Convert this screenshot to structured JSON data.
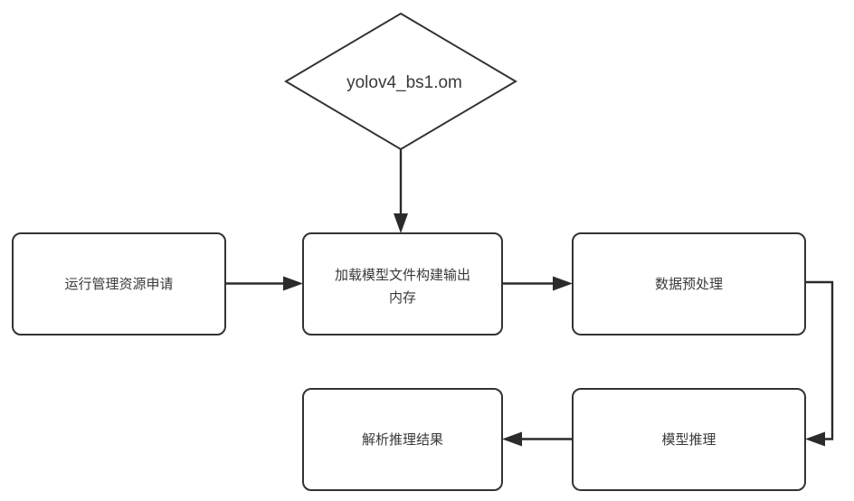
{
  "diagram": {
    "type": "flowchart",
    "title": "",
    "background_color": "#ffffff",
    "stroke_color": "#333333",
    "text_color": "#3a3a3a",
    "nodes": [
      {
        "id": "model-file",
        "shape": "diamond",
        "label": "yolov4_bs1.om"
      },
      {
        "id": "resource-apply",
        "shape": "rounded-rect",
        "label": "运行管理资源申请"
      },
      {
        "id": "load-model",
        "shape": "rounded-rect",
        "label_line1": "加载模型文件构建输出",
        "label_line2": "内存",
        "label": "加载模型文件构建输出内存"
      },
      {
        "id": "preprocess",
        "shape": "rounded-rect",
        "label": "数据预处理"
      },
      {
        "id": "inference",
        "shape": "rounded-rect",
        "label": "模型推理"
      },
      {
        "id": "parse-result",
        "shape": "rounded-rect",
        "label": "解析推理结果"
      }
    ],
    "edges": [
      {
        "id": "edge-model-to-load",
        "from": "model-file",
        "to": "load-model",
        "label": "",
        "direction": "down"
      },
      {
        "id": "edge-resource-to-load",
        "from": "resource-apply",
        "to": "load-model",
        "label": "",
        "direction": "right"
      },
      {
        "id": "edge-load-to-preprocess",
        "from": "load-model",
        "to": "preprocess",
        "label": "",
        "direction": "right"
      },
      {
        "id": "edge-preprocess-to-inference",
        "from": "preprocess",
        "to": "inference",
        "label": "",
        "direction": "elbow-right-down-left"
      },
      {
        "id": "edge-inference-to-parse",
        "from": "inference",
        "to": "parse-result",
        "label": "",
        "direction": "left"
      }
    ]
  }
}
